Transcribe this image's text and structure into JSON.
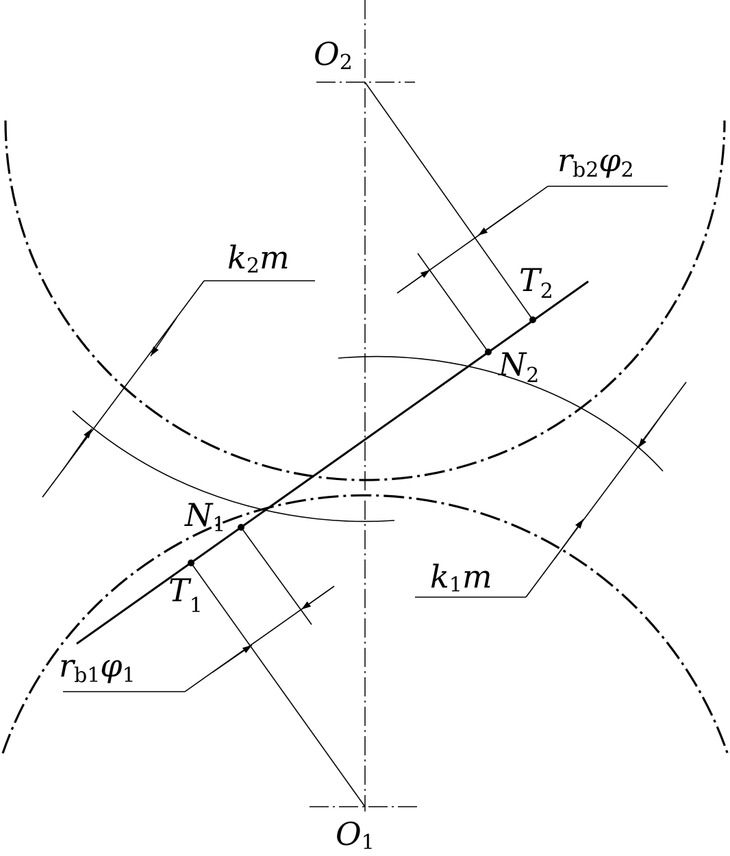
{
  "labels": {
    "o2": {
      "main": "O",
      "sub": "2"
    },
    "o1": {
      "main": "O",
      "sub": "1"
    },
    "t2": {
      "main": "T",
      "sub": "2"
    },
    "t1": {
      "main": "T",
      "sub": "1"
    },
    "n2": {
      "main": "N",
      "sub": "2"
    },
    "n1": {
      "main": "N",
      "sub": "1"
    },
    "k2m": {
      "a": "k",
      "s": "2",
      "b": "m"
    },
    "k1m": {
      "a": "k",
      "s": "1",
      "b": "m"
    },
    "rb2phi2": {
      "a": "r",
      "s1": "b2",
      "b": "φ",
      "s2": "2"
    },
    "rb1phi1": {
      "a": "r",
      "s1": "b1",
      "b": "φ",
      "s2": "1"
    }
  }
}
